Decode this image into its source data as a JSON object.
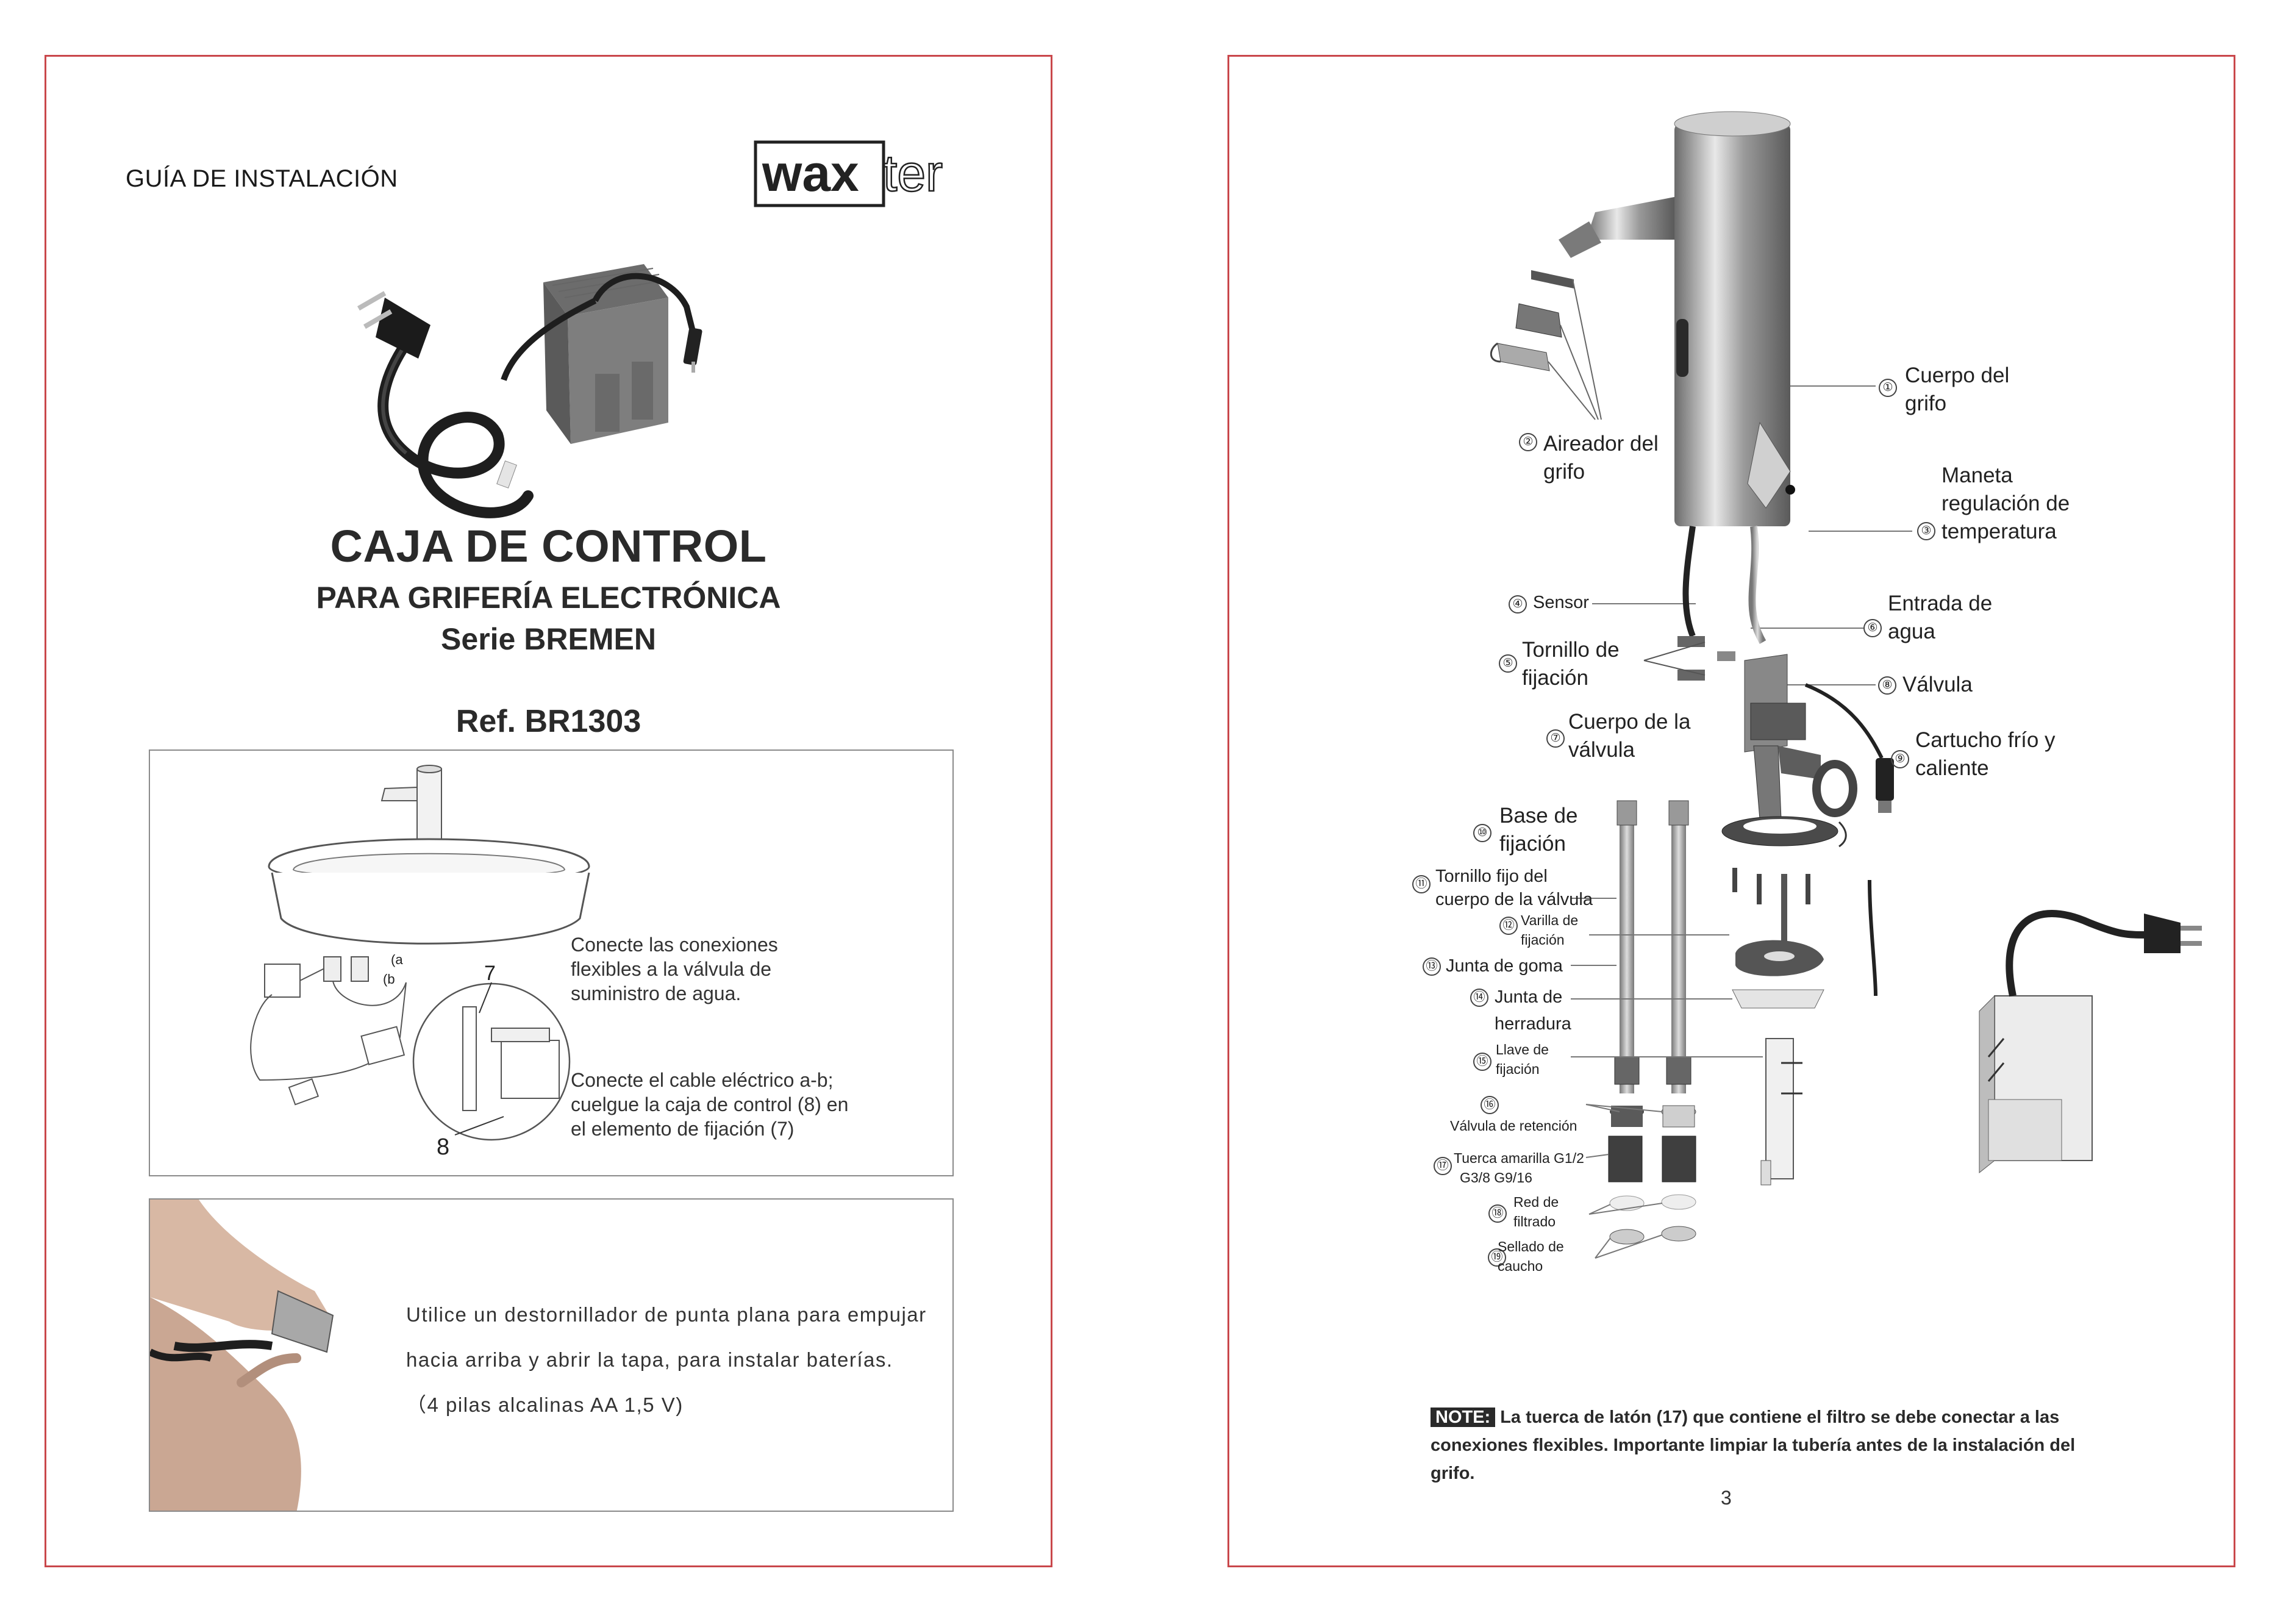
{
  "left_page": {
    "header": "GUÍA DE INSTALACIÓN",
    "logo": {
      "brand": "waxter",
      "part_bold": "wax",
      "part_light": "ter"
    },
    "title": "CAJA DE CONTROL",
    "subtitle": "PARA GRIFERÍA ELECTRÓNICA",
    "series": "Serie BREMEN",
    "ref": "Ref. BR1303",
    "install_box": {
      "step1_lines": [
        "Conecte las conexiones",
        "flexibles a la válvula de",
        "suministro de agua."
      ],
      "step2_lines": [
        "Conecte el cable eléctrico a-b;",
        "cuelgue la caja de control (8) en",
        "el elemento de fijación (7)"
      ],
      "callout_a": "(a",
      "callout_b": "(b",
      "callout_7": "7",
      "callout_8": "8"
    },
    "battery_box": {
      "lines": [
        "Utilice un destornillador de punta plana para empujar",
        "hacia arriba y abrir la tapa,  para instalar baterías.",
        "（4 pilas alcalinas AA 1,5 V)"
      ]
    }
  },
  "right_page": {
    "parts": [
      {
        "n": "①",
        "lines": [
          "Cuerpo del",
          "grifo"
        ]
      },
      {
        "n": "②",
        "lines": [
          "Aireador del",
          "grifo"
        ]
      },
      {
        "n": "③",
        "lines": [
          "Maneta",
          "regulación de",
          "temperatura"
        ]
      },
      {
        "n": "④",
        "lines": [
          "Sensor"
        ]
      },
      {
        "n": "⑤",
        "lines": [
          "Tornillo de",
          "fijación"
        ]
      },
      {
        "n": "⑥",
        "lines": [
          "Entrada de",
          "agua"
        ]
      },
      {
        "n": "⑦",
        "lines": [
          "Cuerpo de la",
          "válvula"
        ]
      },
      {
        "n": "⑧",
        "lines": [
          "Válvula"
        ]
      },
      {
        "n": "⑨",
        "lines": [
          "Cartucho frío y",
          "caliente"
        ]
      },
      {
        "n": "⑩",
        "lines": [
          "Base de",
          "fijación"
        ]
      },
      {
        "n": "⑪",
        "lines": [
          "Tornillo fijo del",
          "cuerpo de la válvula"
        ]
      },
      {
        "n": "⑫",
        "lines": [
          "Varilla de",
          "fijación"
        ]
      },
      {
        "n": "⑬",
        "lines": [
          "Junta de goma"
        ]
      },
      {
        "n": "⑭",
        "lines": [
          "Junta de",
          "herradura"
        ]
      },
      {
        "n": "⑮",
        "lines": [
          "Llave de",
          "fijación"
        ]
      },
      {
        "n": "⑯",
        "lines": [
          "Válvula de retención"
        ]
      },
      {
        "n": "⑰",
        "lines": [
          "Tuerca amarilla G1/2",
          "G3/8 G9/16"
        ]
      },
      {
        "n": "⑱",
        "lines": [
          "Red de",
          "filtrado"
        ]
      },
      {
        "n": "⑲",
        "lines": [
          "Sellado de",
          "caucho"
        ]
      }
    ],
    "note_tag": "NOTE:",
    "note_text": "La tuerca de latón (17) que contiene el filtro se debe conectar a las conexiones flexibles. Importante limpiar la tubería antes de la instalación del grifo.",
    "page_number": "3"
  },
  "colors": {
    "frame": "#c9474b",
    "text": "#1a1a1a",
    "metal": "#9a9a9a"
  }
}
